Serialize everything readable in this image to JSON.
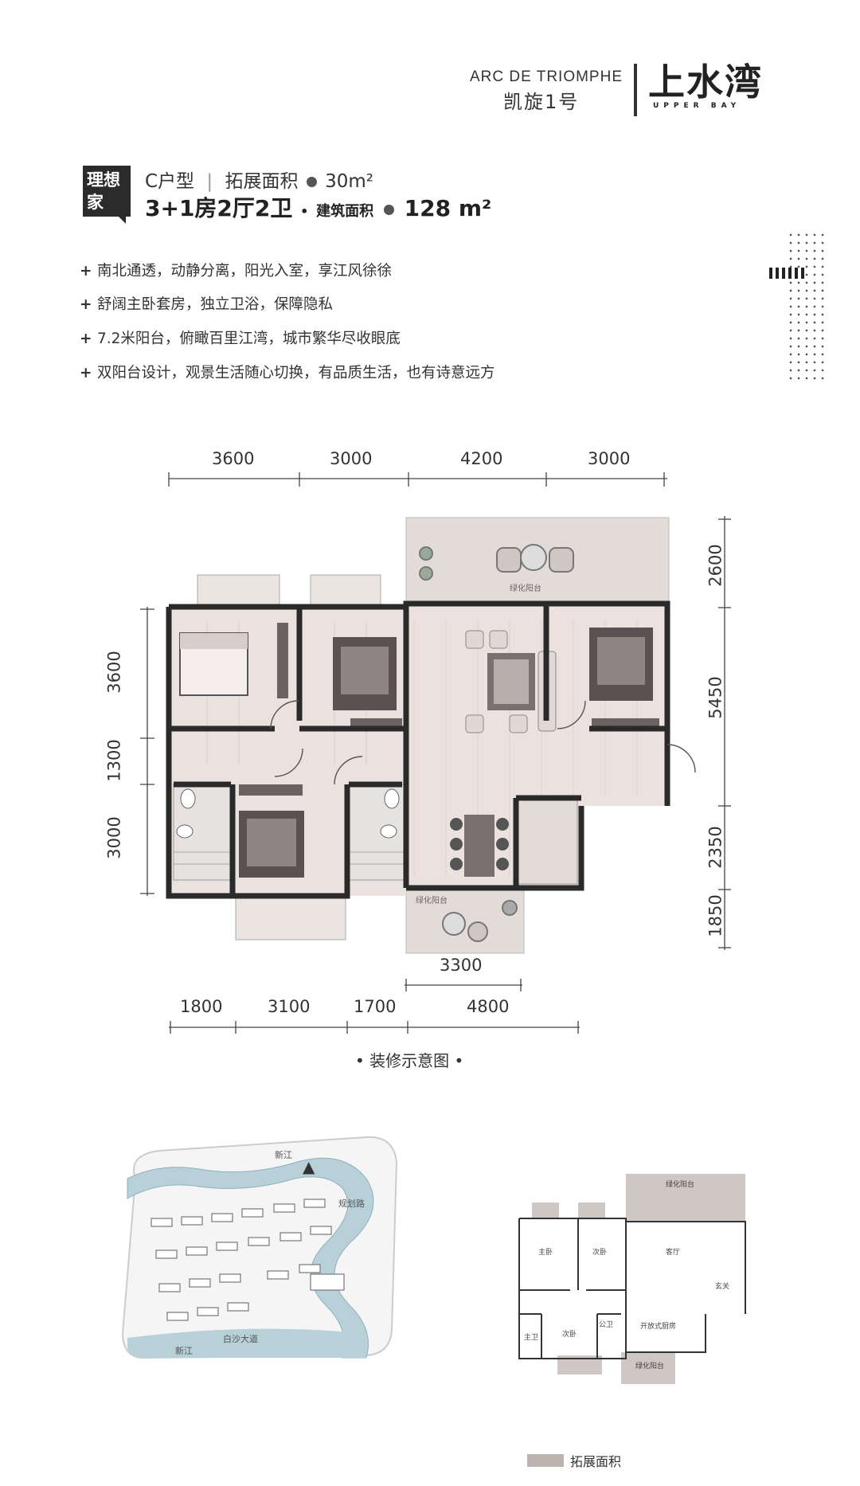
{
  "brand": {
    "english": "ARC DE TRIOMPHE",
    "chinese": "凯旋1号",
    "logo": "上水湾",
    "logo_sub": "UPPER BAY"
  },
  "unit": {
    "tag": "理想家",
    "type": "C户型",
    "ext_label": "拓展面积",
    "ext_value": "30m²",
    "layout": "3+1房2厅2卫",
    "area_label": "建筑面积",
    "area_value": "128 m²"
  },
  "features": [
    "南北通透，动静分离，阳光入室，享江风徐徐",
    "舒阔主卧套房，独立卫浴，保障隐私",
    "7.2米阳台，俯瞰百里江湾，城市繁华尽收眼底",
    "双阳台设计，观景生活随心切换，有品质生活，也有诗意远方"
  ],
  "dimensions": {
    "top": [
      "3600",
      "3000",
      "4200",
      "3000"
    ],
    "left": [
      "3600",
      "1300",
      "3000"
    ],
    "right": [
      "2600",
      "5450",
      "2350",
      "1850"
    ],
    "balcony_bottom": "3300",
    "bottom": [
      "1800",
      "3100",
      "1700",
      "4800"
    ]
  },
  "plan_labels": {
    "balcony_top": "绿化阳台",
    "balcony_bottom": "绿化阳台"
  },
  "caption": "装修示意图",
  "site_map": {
    "road_top": "新江",
    "road_right": "规划路",
    "road_bottom": "白沙大道",
    "road_bottom2": "新江"
  },
  "mini_plan": {
    "balcony_top": "绿化阳台",
    "balcony_bottom": "绿化阳台",
    "master": "主卧",
    "second": "次卧",
    "living": "客厅",
    "entry": "玄关",
    "bath1": "主卫",
    "bath2": "公卫",
    "third": "次卧",
    "kitchen": "开放式厨房"
  },
  "legend": "拓展面积",
  "colors": {
    "wall": "#2a2a2a",
    "floor": "#e9dedb",
    "floor_dark": "#d7c9c5",
    "text": "#333333",
    "legend_gray": "#bdb3ae"
  }
}
